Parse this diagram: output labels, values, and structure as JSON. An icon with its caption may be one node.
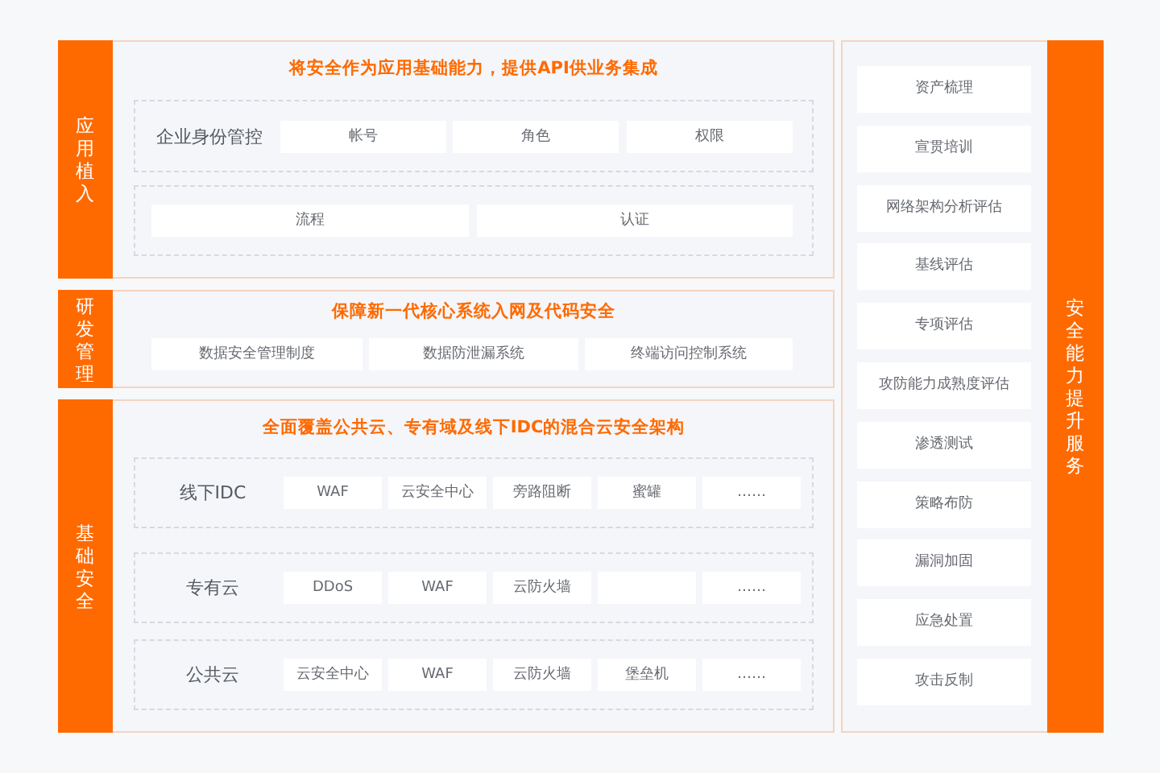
{
  "diagram": {
    "nodes": [
      {
        "text": [
          "将安全作为应用基础能力，提供API供业务集成"
        ]
      },
      {
        "text": [
          "应用植入"
        ],
        "in": 0
      },
      {
        "text": [
          "企业身份管控"
        ],
        "in": 0
      },
      {
        "text": [
          "帐号"
        ],
        "in": 2
      },
      {
        "text": [
          "角色"
        ],
        "in": 2
      },
      {
        "text": [
          "权限"
        ],
        "in": 2
      },
      {
        "text": [],
        "shape": "box",
        "in": 0
      },
      {
        "text": [
          "流程"
        ],
        "in": 6
      },
      {
        "text": [
          "认证"
        ],
        "in": 6
      },
      {
        "text": [
          "保障新一代核心系统入网及代码安全"
        ]
      },
      {
        "text": [
          "研发管理"
        ],
        "in": 9
      },
      {
        "text": [
          "数据安全管理制度"
        ],
        "in": 9
      },
      {
        "text": [
          "数据防泄漏系统"
        ],
        "in": 9
      },
      {
        "text": [
          "终端访问控制系统"
        ],
        "in": 9
      },
      {
        "text": [
          "全面覆盖公共云、专有域及线下IDC的混合云安全架构"
        ]
      },
      {
        "text": [
          "基础安全"
        ],
        "in": 14
      },
      {
        "text": [
          "线下IDC"
        ],
        "in": 14
      },
      {
        "text": [
          "WAF"
        ],
        "in": 16
      },
      {
        "text": [
          "云安全中心"
        ],
        "in": 16
      },
      {
        "text": [
          "旁路阻断"
        ],
        "in": 16
      },
      {
        "text": [
          "蜜罐"
        ],
        "in": 16
      },
      {
        "text": [
          "……"
        ],
        "in": 16
      },
      {
        "text": [
          "专有云"
        ],
        "in": 14
      },
      {
        "text": [
          "DDoS"
        ],
        "in": 22
      },
      {
        "text": [
          "WAF"
        ],
        "in": 22
      },
      {
        "text": [
          "云防火墙"
        ],
        "in": 22
      },
      {
        "text": [],
        "shape": "box",
        "in": 22
      },
      {
        "text": [
          "……"
        ],
        "in": 22
      },
      {
        "text": [
          "公共云"
        ],
        "in": 14
      },
      {
        "text": [
          "云安全中心"
        ],
        "in": 28
      },
      {
        "text": [
          "WAF"
        ],
        "in": 28
      },
      {
        "text": [
          "云防火墙"
        ],
        "in": 28
      },
      {
        "text": [
          "堡垒机"
        ],
        "in": 28
      },
      {
        "text": [
          "……"
        ],
        "in": 28
      },
      {
        "text": [],
        "shape": "box"
      },
      {
        "text": [
          "安全能力提升服务"
        ],
        "in": 34
      },
      {
        "text": [
          "资产梳理"
        ],
        "in": 34
      },
      {
        "text": [
          "宣贯培训"
        ],
        "in": 34
      },
      {
        "text": [
          "网络架构分析评估"
        ],
        "in": 34
      },
      {
        "text": [
          "基线评估"
        ],
        "in": 34
      },
      {
        "text": [
          "专项评估"
        ],
        "in": 34
      },
      {
        "text": [
          "攻防能力成熟度评估"
        ],
        "in": 34
      },
      {
        "text": [
          "渗透测试"
        ],
        "in": 34
      },
      {
        "text": [
          "策略布防"
        ],
        "in": 34
      },
      {
        "text": [
          "漏洞加固"
        ],
        "in": 34
      },
      {
        "text": [
          "应急处置"
        ],
        "in": 34
      },
      {
        "text": [
          "攻击反制"
        ],
        "in": 34
      }
    ],
    "edges": []
  }
}
